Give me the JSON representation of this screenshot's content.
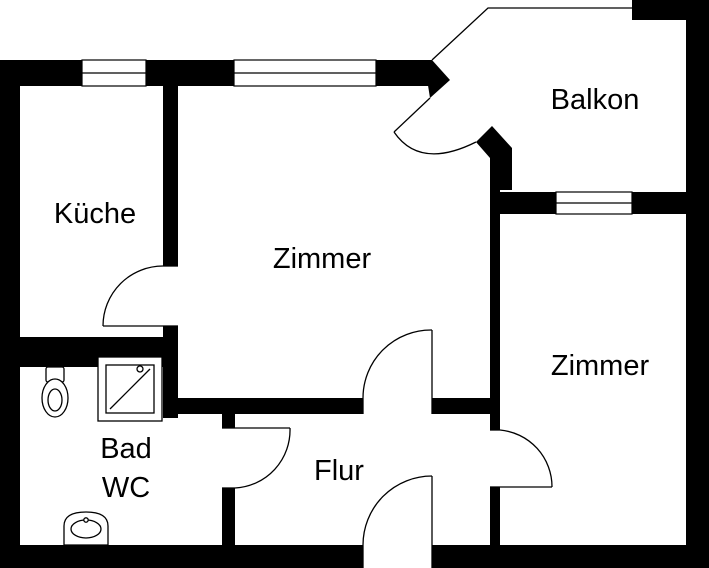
{
  "rooms": {
    "kueche": "Küche",
    "zimmer1": "Zimmer",
    "balkon": "Balkon",
    "zimmer2": "Zimmer",
    "bad_line1": "Bad",
    "bad_line2": "WC",
    "flur": "Flur"
  },
  "icons": {
    "door": "door-swing-icon",
    "window": "window-icon",
    "toilet": "toilet-icon",
    "shower": "shower-tray-icon",
    "sink": "washbasin-icon"
  },
  "colors": {
    "wall": "#000000",
    "background": "#ffffff"
  }
}
